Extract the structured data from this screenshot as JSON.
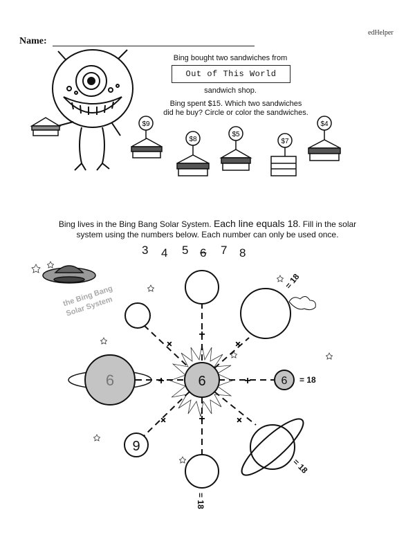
{
  "header": {
    "brand": "edHelper",
    "name_label": "Name:"
  },
  "problem1": {
    "line1": "Bing bought two sandwiches from",
    "shop_name": "Out of This World",
    "line2": "sandwich shop.",
    "line3": "Bing spent $15. Which two sandwiches",
    "line4": "did he buy? Circle or color the sandwiches.",
    "prices": [
      "$9",
      "$8",
      "$5",
      "$7",
      "$4"
    ]
  },
  "problem2": {
    "instr_part1": "Bing lives in the Bing Bang Solar System. ",
    "instr_bold": "Each line equals 18",
    "instr_part2": ". Fill in the solar",
    "instr_line2": "system using the numbers below. Each number can only be used once.",
    "numbers": [
      "3",
      "4",
      "5",
      "6",
      "7",
      "8"
    ],
    "ship_label_1": "the Bing Bang",
    "ship_label_2": "Solar System",
    "center_value": "6",
    "left_planet_value": "6",
    "right_small_value": "6",
    "bottom_left_value": "9",
    "plus": "+",
    "eq18": "= 18"
  },
  "colors": {
    "planet_fill": "#c4c4c4",
    "ink": "#111111"
  }
}
